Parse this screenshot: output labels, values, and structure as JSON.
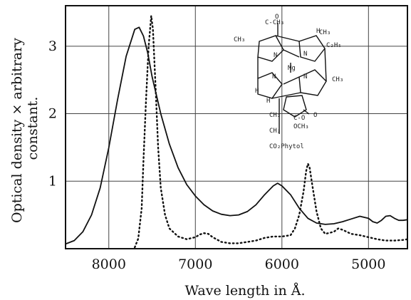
{
  "chart_data": {
    "type": "line",
    "xlabel": "Wave length in Å.",
    "ylabel": "Optical density × arbitrary constant.",
    "xlim": [
      8500,
      4550
    ],
    "ylim": [
      0,
      3.6
    ],
    "x_reversed": true,
    "x_ticks": [
      8000,
      7000,
      6000,
      5000
    ],
    "x_tick_labels": [
      "8000",
      "7000",
      "6000",
      "5000"
    ],
    "y_ticks": [
      1,
      2,
      3
    ],
    "y_tick_labels": [
      "1",
      "2",
      "3"
    ],
    "grid": true,
    "series": [
      {
        "style": "solid",
        "points": [
          [
            8500,
            0.07
          ],
          [
            8400,
            0.12
          ],
          [
            8300,
            0.25
          ],
          [
            8200,
            0.5
          ],
          [
            8100,
            0.9
          ],
          [
            8000,
            1.5
          ],
          [
            7900,
            2.2
          ],
          [
            7800,
            2.85
          ],
          [
            7700,
            3.25
          ],
          [
            7650,
            3.28
          ],
          [
            7600,
            3.15
          ],
          [
            7550,
            2.9
          ],
          [
            7500,
            2.55
          ],
          [
            7400,
            2.0
          ],
          [
            7300,
            1.55
          ],
          [
            7200,
            1.2
          ],
          [
            7100,
            0.95
          ],
          [
            7000,
            0.78
          ],
          [
            6900,
            0.65
          ],
          [
            6800,
            0.56
          ],
          [
            6700,
            0.51
          ],
          [
            6600,
            0.49
          ],
          [
            6500,
            0.5
          ],
          [
            6400,
            0.55
          ],
          [
            6300,
            0.65
          ],
          [
            6200,
            0.8
          ],
          [
            6100,
            0.93
          ],
          [
            6050,
            0.97
          ],
          [
            6000,
            0.93
          ],
          [
            5900,
            0.8
          ],
          [
            5800,
            0.6
          ],
          [
            5700,
            0.45
          ],
          [
            5600,
            0.38
          ],
          [
            5500,
            0.36
          ],
          [
            5400,
            0.37
          ],
          [
            5300,
            0.4
          ],
          [
            5200,
            0.44
          ],
          [
            5100,
            0.48
          ],
          [
            5000,
            0.45
          ],
          [
            4950,
            0.4
          ],
          [
            4900,
            0.38
          ],
          [
            4850,
            0.42
          ],
          [
            4800,
            0.48
          ],
          [
            4750,
            0.49
          ],
          [
            4700,
            0.45
          ],
          [
            4650,
            0.42
          ],
          [
            4600,
            0.42
          ],
          [
            4550,
            0.43
          ]
        ]
      },
      {
        "style": "dotted",
        "points": [
          [
            7700,
            0.02
          ],
          [
            7660,
            0.15
          ],
          [
            7620,
            0.6
          ],
          [
            7600,
            1.3
          ],
          [
            7570,
            2.2
          ],
          [
            7540,
            3.0
          ],
          [
            7510,
            3.45
          ],
          [
            7490,
            3.25
          ],
          [
            7460,
            2.4
          ],
          [
            7430,
            1.5
          ],
          [
            7400,
            0.9
          ],
          [
            7350,
            0.5
          ],
          [
            7300,
            0.3
          ],
          [
            7200,
            0.18
          ],
          [
            7100,
            0.14
          ],
          [
            7000,
            0.17
          ],
          [
            6950,
            0.21
          ],
          [
            6900,
            0.23
          ],
          [
            6850,
            0.22
          ],
          [
            6800,
            0.17
          ],
          [
            6700,
            0.1
          ],
          [
            6600,
            0.08
          ],
          [
            6500,
            0.08
          ],
          [
            6400,
            0.1
          ],
          [
            6300,
            0.12
          ],
          [
            6200,
            0.16
          ],
          [
            6100,
            0.18
          ],
          [
            6000,
            0.18
          ],
          [
            5900,
            0.2
          ],
          [
            5850,
            0.3
          ],
          [
            5800,
            0.5
          ],
          [
            5750,
            0.85
          ],
          [
            5720,
            1.15
          ],
          [
            5700,
            1.26
          ],
          [
            5680,
            1.2
          ],
          [
            5650,
            0.95
          ],
          [
            5600,
            0.55
          ],
          [
            5550,
            0.3
          ],
          [
            5500,
            0.22
          ],
          [
            5400,
            0.25
          ],
          [
            5350,
            0.3
          ],
          [
            5300,
            0.28
          ],
          [
            5200,
            0.22
          ],
          [
            5100,
            0.2
          ],
          [
            5000,
            0.17
          ],
          [
            4900,
            0.14
          ],
          [
            4800,
            0.12
          ],
          [
            4700,
            0.12
          ],
          [
            4600,
            0.13
          ],
          [
            4550,
            0.14
          ]
        ]
      }
    ]
  },
  "inset_structure": {
    "labels": [
      "O",
      "C-CH₃",
      "CH₃",
      "CH₃",
      "C₂H₅",
      "N",
      "N",
      "N",
      "N",
      "Mg",
      "H",
      "H",
      "CH₃",
      "CH₂",
      "CH₂",
      "C-O",
      "OCH₃",
      "O",
      "CO₂Phytol",
      "H"
    ]
  },
  "colors": {
    "ink": "#111111",
    "grid": "#444444",
    "background": "#ffffff"
  }
}
